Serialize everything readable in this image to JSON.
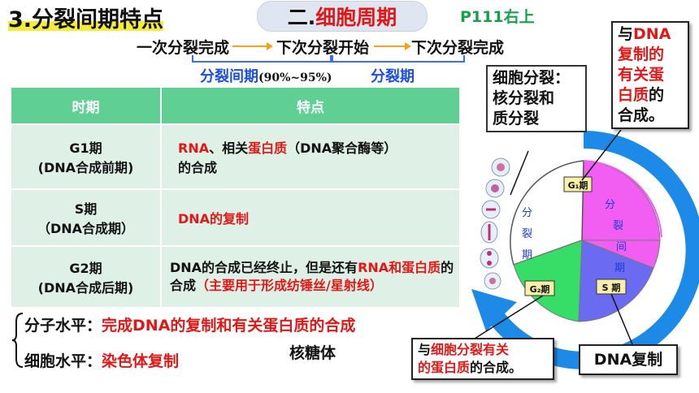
{
  "heading": {
    "title": "3.分裂间期特点",
    "section_prefix": "二.",
    "section_title": "细胞周期",
    "page_ref": "P111右上"
  },
  "flow": {
    "step1": "一次分裂完成",
    "step2": "下次分裂开始",
    "step3": "下次分裂完成",
    "label_interphase": "分裂间期",
    "label_interphase_pct": "(90%~95%)",
    "label_mitosis": "分裂期"
  },
  "table": {
    "headers": [
      "时期",
      "特点"
    ],
    "rows": [
      {
        "phase": "G1期",
        "phase_sub": "(DNA合成前期)",
        "p1": "RNA",
        "p2": "、相关",
        "p3": "蛋白质",
        "p4": "（DNA聚合酶",
        "p5": "等）",
        "p6": "的合成"
      },
      {
        "phase": "S期",
        "phase_sub": "（DNA合成期）",
        "p1": "DNA的复制"
      },
      {
        "phase": "G2期",
        "phase_sub": "(DNA合成后期)",
        "p1": "DNA的合成已经终止，但是还有",
        "p2": "RNA",
        "p3": "和蛋白质",
        "p4": "的合成",
        "p5": "（主要用于形成纺锤丝/星射线）"
      }
    ]
  },
  "levels": {
    "molecular_label": "分子水平：",
    "molecular_text": "完成DNA的复制和有关蛋白质的合成",
    "cellular_label": "细胞水平：",
    "cellular_text": "染色体复制",
    "note": "核糖体"
  },
  "callouts": {
    "top_right": {
      "l1a": "与",
      "l1b": "DNA",
      "l2": "复制的",
      "l3": "有关蛋",
      "l4a": "白质",
      "l4b": "的",
      "l5": "合成。"
    },
    "division": {
      "l1": "细胞分裂：",
      "l2": "核分裂和",
      "l3": "质分裂"
    },
    "bottom": {
      "l1a": "与",
      "l1b": "细胞分裂有关",
      "l2a": "的蛋白质",
      "l2b": "的合成。"
    },
    "dna": {
      "text": "DNA复制"
    }
  },
  "diagram": {
    "g1": "G₁期",
    "s": "S 期",
    "g2": "G₂期",
    "interphase_chars": [
      "分",
      "裂",
      "间",
      "期"
    ],
    "mitosis_chars": [
      "分",
      "裂",
      "期"
    ],
    "colors": {
      "g1": "#f25ef2",
      "s": "#6b6bf2",
      "g2": "#36dd66",
      "arrow": "#1e8ae8"
    }
  }
}
